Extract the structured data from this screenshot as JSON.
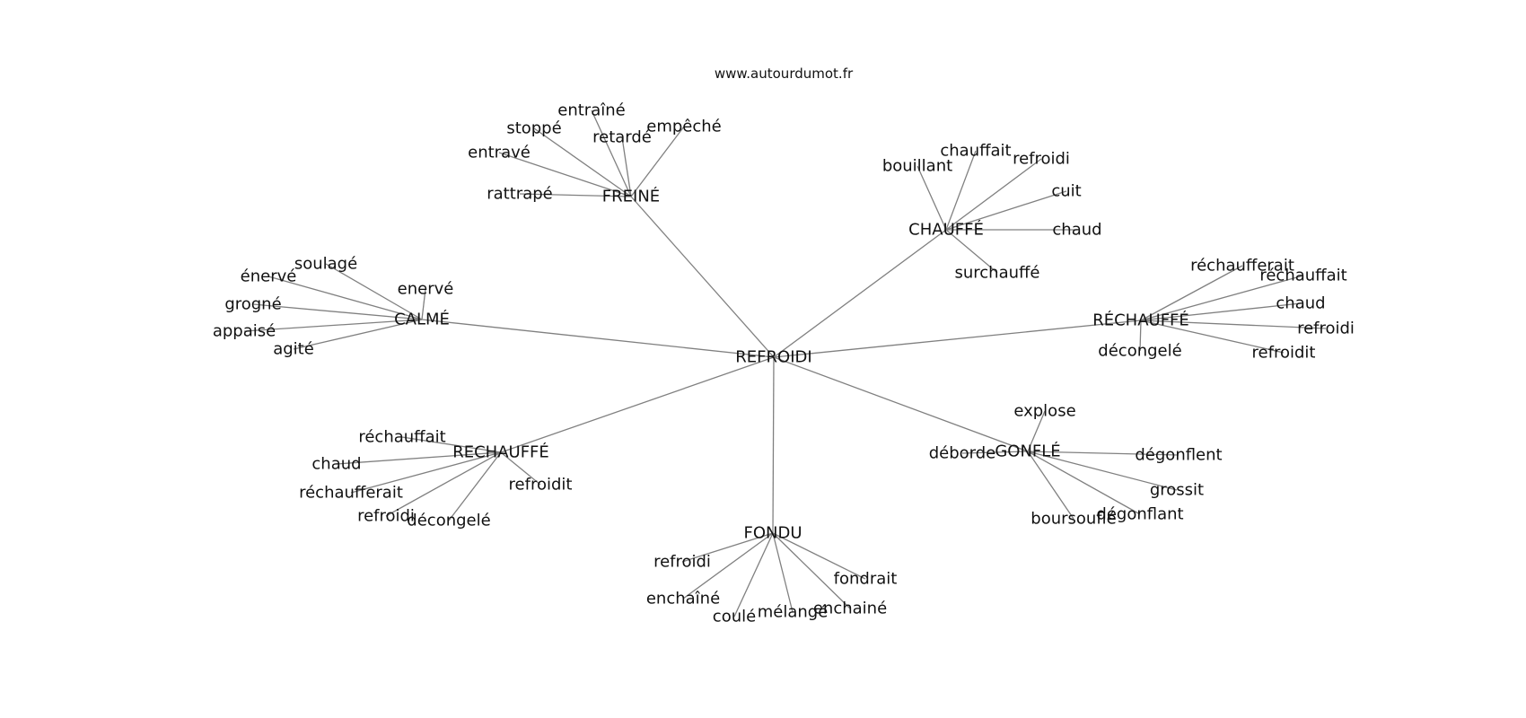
{
  "header": {
    "title": "www.autourdumot.fr"
  },
  "colors": {
    "edge": "#808080",
    "text": "#111111",
    "background": "#ffffff"
  },
  "graph": {
    "center": "REFROIDI",
    "hubs": [
      {
        "id": "hub-freine",
        "label": "FREINÉ",
        "leaves": [
          "entraîné",
          "stoppé",
          "retardé",
          "empêché",
          "entravé",
          "rattrapé"
        ]
      },
      {
        "id": "hub-chauffe",
        "label": "CHAUFFÉ",
        "leaves": [
          "chauffait",
          "refroidi",
          "bouillant",
          "cuit",
          "chaud",
          "surchauffé"
        ]
      },
      {
        "id": "hub-calme",
        "label": "CALMÉ",
        "leaves": [
          "soulagé",
          "énervé",
          "enervé",
          "grogné",
          "appaisé",
          "agité"
        ]
      },
      {
        "id": "hub-rechauffe-accent",
        "label": "RÉCHAUFFÉ",
        "leaves": [
          "réchaufferait",
          "réchauffait",
          "chaud",
          "refroidi",
          "décongelé",
          "refroidit"
        ]
      },
      {
        "id": "hub-rechauffe",
        "label": "RECHAUFFÉ",
        "leaves": [
          "réchauffait",
          "chaud",
          "réchaufferait",
          "refroidit",
          "refroidi",
          "décongelé"
        ]
      },
      {
        "id": "hub-gonfle",
        "label": "GONFLÉ",
        "leaves": [
          "explose",
          "déborde",
          "dégonflent",
          "grossit",
          "boursouflé",
          "dégonflant"
        ]
      },
      {
        "id": "hub-fondu",
        "label": "FONDU",
        "leaves": [
          "refroidi",
          "fondrait",
          "enchaîné",
          "enchainé",
          "coulé",
          "mélangé"
        ]
      }
    ]
  }
}
